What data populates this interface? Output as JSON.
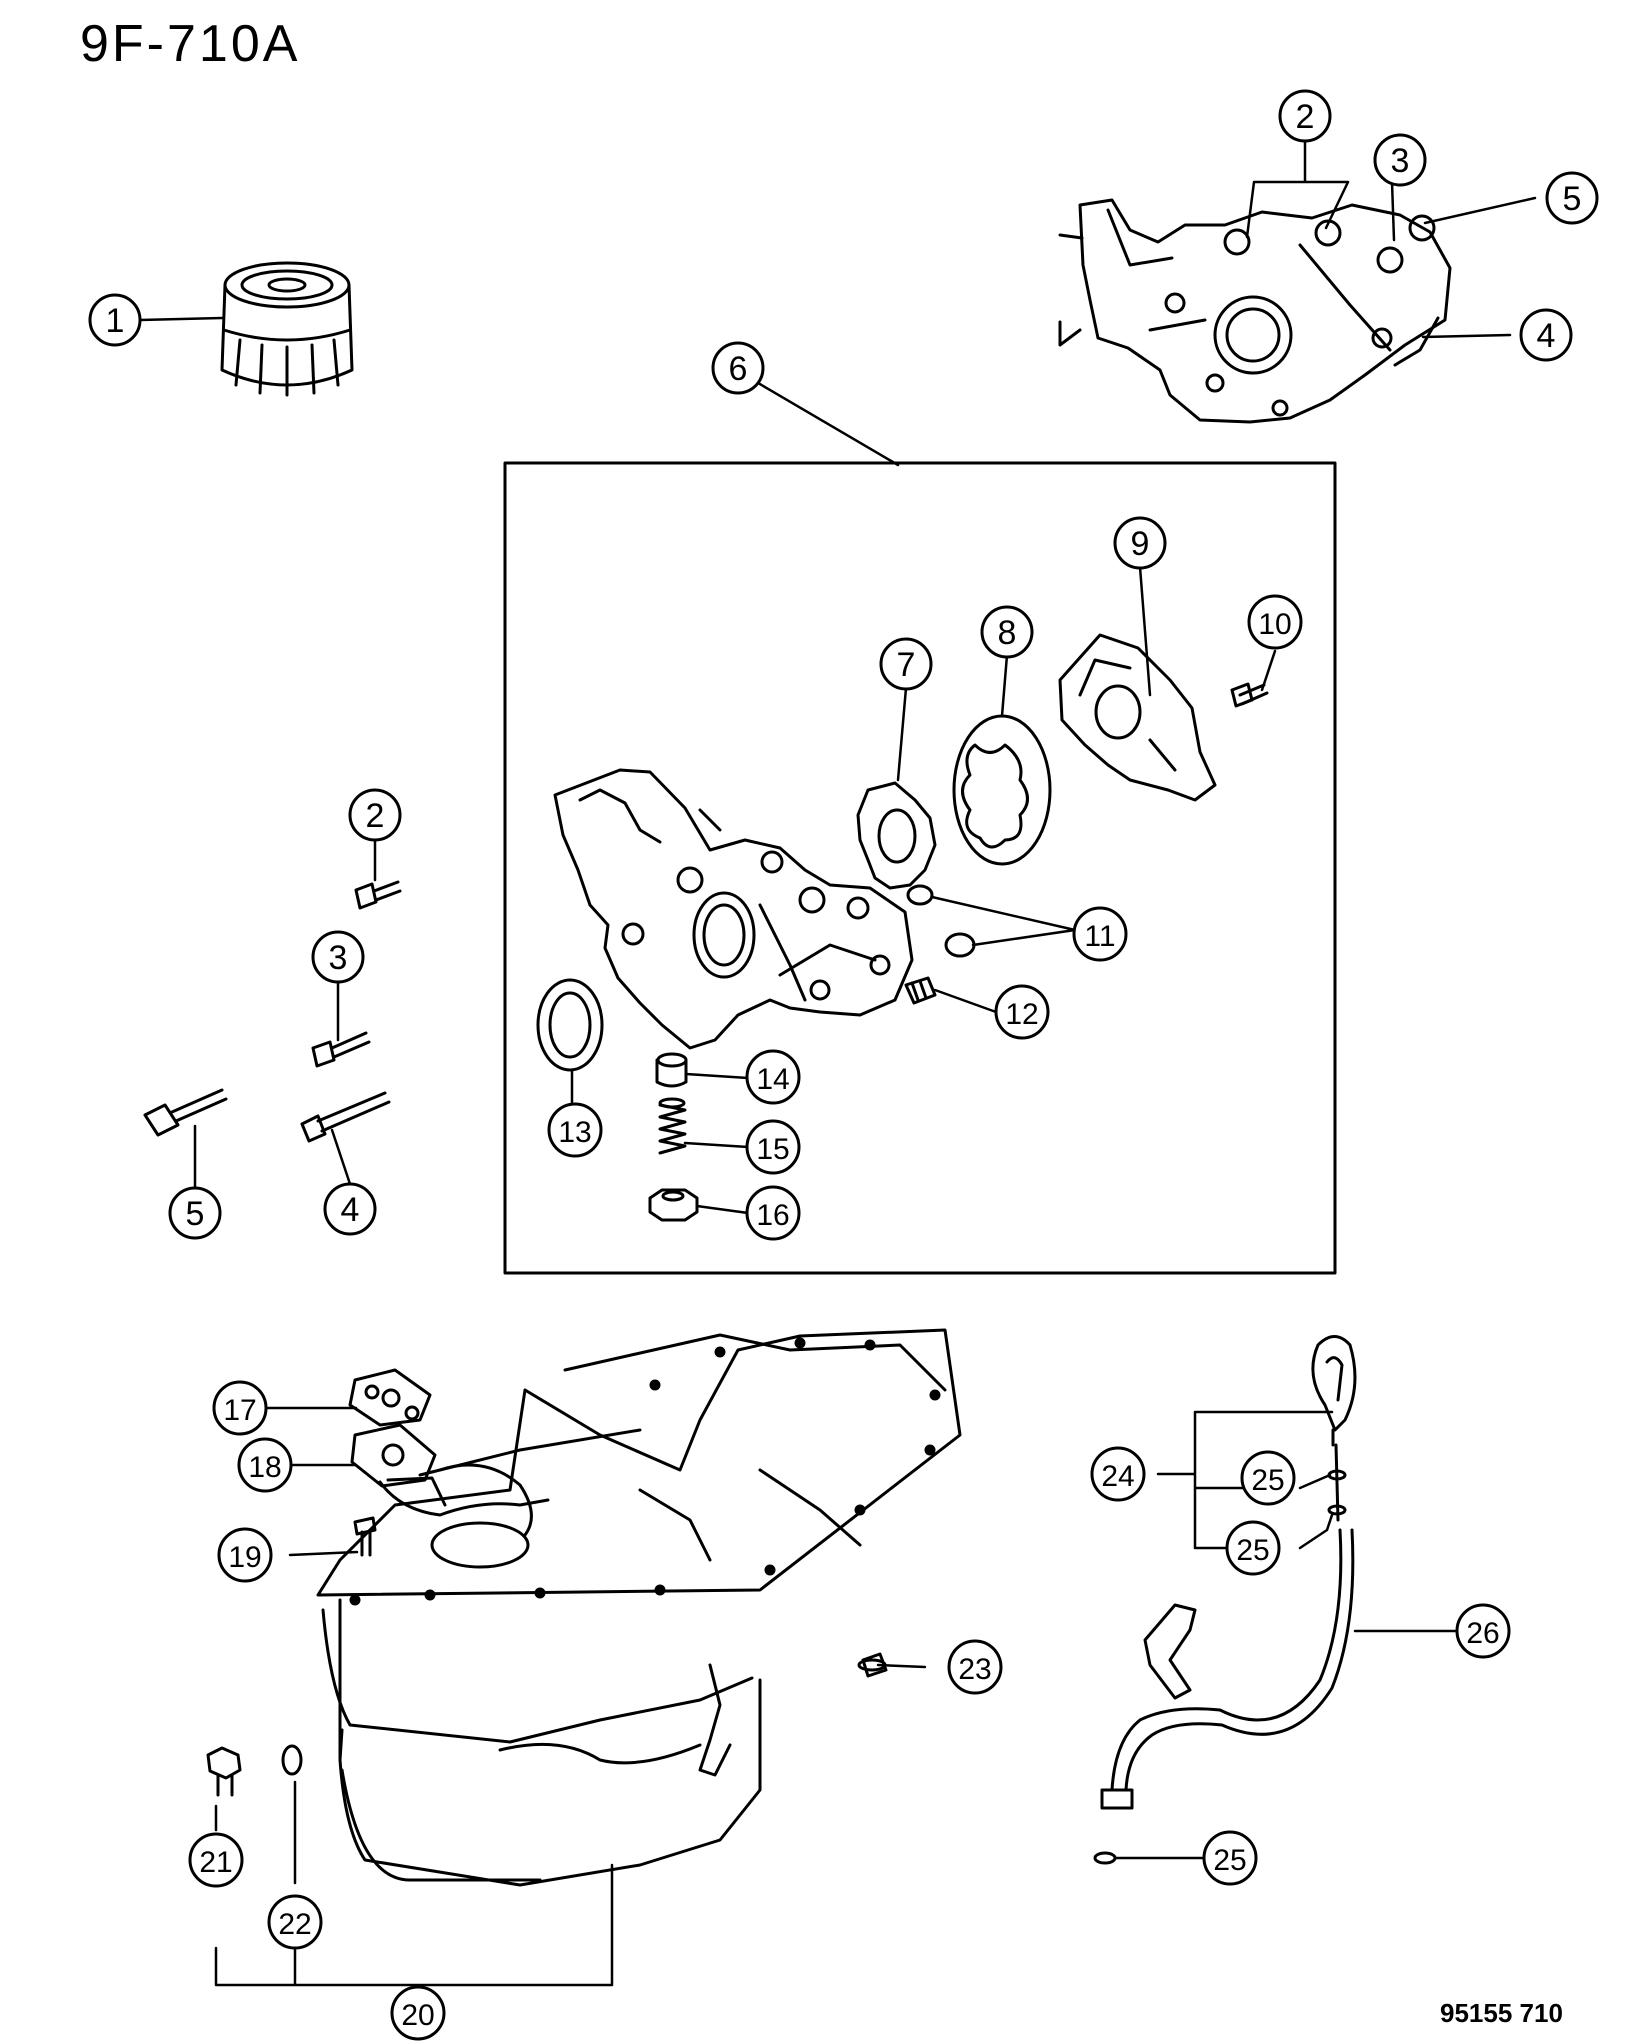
{
  "diagram_title": "9F-710A",
  "reference_code": "95155  710",
  "callouts": [
    {
      "id": "c1",
      "label": "1"
    },
    {
      "id": "c2a",
      "label": "2"
    },
    {
      "id": "c3a",
      "label": "3"
    },
    {
      "id": "c5a",
      "label": "5"
    },
    {
      "id": "c4a",
      "label": "4"
    },
    {
      "id": "c6",
      "label": "6"
    },
    {
      "id": "c9",
      "label": "9"
    },
    {
      "id": "c10",
      "label": "10"
    },
    {
      "id": "c8",
      "label": "8"
    },
    {
      "id": "c7",
      "label": "7"
    },
    {
      "id": "c11",
      "label": "11"
    },
    {
      "id": "c12",
      "label": "12"
    },
    {
      "id": "c13",
      "label": "13"
    },
    {
      "id": "c14",
      "label": "14"
    },
    {
      "id": "c15",
      "label": "15"
    },
    {
      "id": "c16",
      "label": "16"
    },
    {
      "id": "c2b",
      "label": "2"
    },
    {
      "id": "c3b",
      "label": "3"
    },
    {
      "id": "c5b",
      "label": "5"
    },
    {
      "id": "c4b",
      "label": "4"
    },
    {
      "id": "c17",
      "label": "17"
    },
    {
      "id": "c18",
      "label": "18"
    },
    {
      "id": "c19",
      "label": "19"
    },
    {
      "id": "c23",
      "label": "23"
    },
    {
      "id": "c21",
      "label": "21"
    },
    {
      "id": "c22",
      "label": "22"
    },
    {
      "id": "c20",
      "label": "20"
    },
    {
      "id": "c24",
      "label": "24"
    },
    {
      "id": "c25a",
      "label": "25"
    },
    {
      "id": "c25b",
      "label": "25"
    },
    {
      "id": "c26",
      "label": "26"
    },
    {
      "id": "c25c",
      "label": "25"
    }
  ]
}
